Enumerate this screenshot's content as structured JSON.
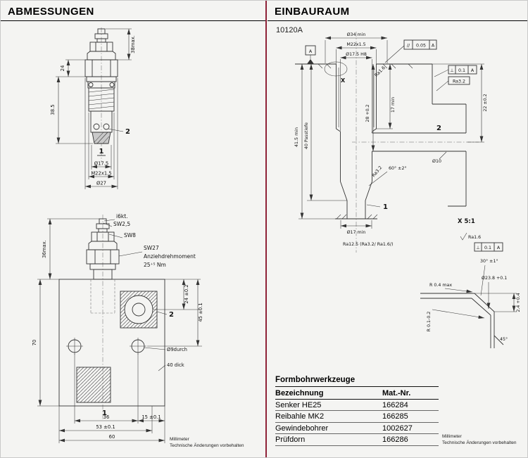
{
  "colors": {
    "divider-color": "#8e2238",
    "line-color": "#333333"
  },
  "left": {
    "title": "ABMESSUNGEN",
    "footer1": "Millimeter",
    "footer2": "Technische Änderungen vorbehalten",
    "d1": {
      "dim_38max": "38max.",
      "dim_24": "24",
      "dim_38_5": "38.5",
      "port2": "2",
      "port1": "1",
      "dim_dia17_5": "Ø17.5",
      "dim_thread": "M22x1.5",
      "dim_dia27": "Ø27"
    },
    "d2": {
      "label_i6kt": "i6kt.",
      "label_sw25": "SW2,5",
      "label_sw8": "SW8",
      "label_sw27": "SW27",
      "label_torque1": "Anziehdrehmoment",
      "label_torque2": "25⁺⁵ Nm",
      "dim_36max": "36max.",
      "dim_70": "70",
      "dim_24": "24 ±0.2",
      "dim_45": "45 ±0.1",
      "port2": "2",
      "label_dia9": "Ø9durch",
      "label_40dick": "40 dick",
      "port1": "1",
      "dim_36": "36",
      "dim_15": "15 ±0.1",
      "dim_53": "53 ±0.1",
      "dim_60": "60"
    }
  },
  "right": {
    "title": "EINBAURAUM",
    "code": "10120A",
    "footer1": "Millimeter",
    "footer2": "Technische Änderungen vorbehalten",
    "d3": {
      "dim_dia34": "Ø34 min",
      "dim_thread": "M22x1.5",
      "dim_dia17_5": "Ø17.5 H8",
      "datum": "A",
      "gdt_top": {
        "symbol": "//",
        "value": "0.05",
        "datum": "A"
      },
      "gdt_right": {
        "symbol": "⊥",
        "value": "0.1",
        "datum": "A"
      },
      "ra_box": "Ra3.2",
      "ra_thread": "Ra1.6",
      "detail_marker": "X",
      "dim_17min": "17 min",
      "dim_28": "28 +0.2",
      "dim_22": "22 ±0.2",
      "dim_41_5": "41.5 min",
      "dim_40pass": "40 Passtiefe",
      "angle_60": "60° ±2°",
      "dim_dia10": "Ø10",
      "port2": "2",
      "ra_cone": "Ra3.2",
      "port1": "1",
      "dim_dia17": "Ø17 min",
      "surface_note": "Ra12.5 (Ra3.2/ Ra1.6/)",
      "detail_title": "X 5:1",
      "ra_detail": "Ra1.6",
      "gdt_detail": {
        "symbol": "⊥",
        "value": "0.1",
        "datum": "A"
      },
      "angle_30": "30° ±1°",
      "dim_dia23_8": "Ø23.8 +0.1",
      "r_04": "R 0.4 max",
      "dim_2_4": "2.4 +0.4",
      "r_0102": "R 0.1-0.2",
      "angle_45": "45°"
    },
    "table": {
      "title": "Formbohrwerkzeuge",
      "h1": "Bezeichnung",
      "h2": "Mat.-Nr.",
      "rows": [
        [
          "Senker HE25",
          "166284"
        ],
        [
          "Reibahle MK2",
          "166285"
        ],
        [
          "Gewindebohrer",
          "1002627"
        ],
        [
          "Prüfdorn",
          "166286"
        ]
      ]
    }
  }
}
